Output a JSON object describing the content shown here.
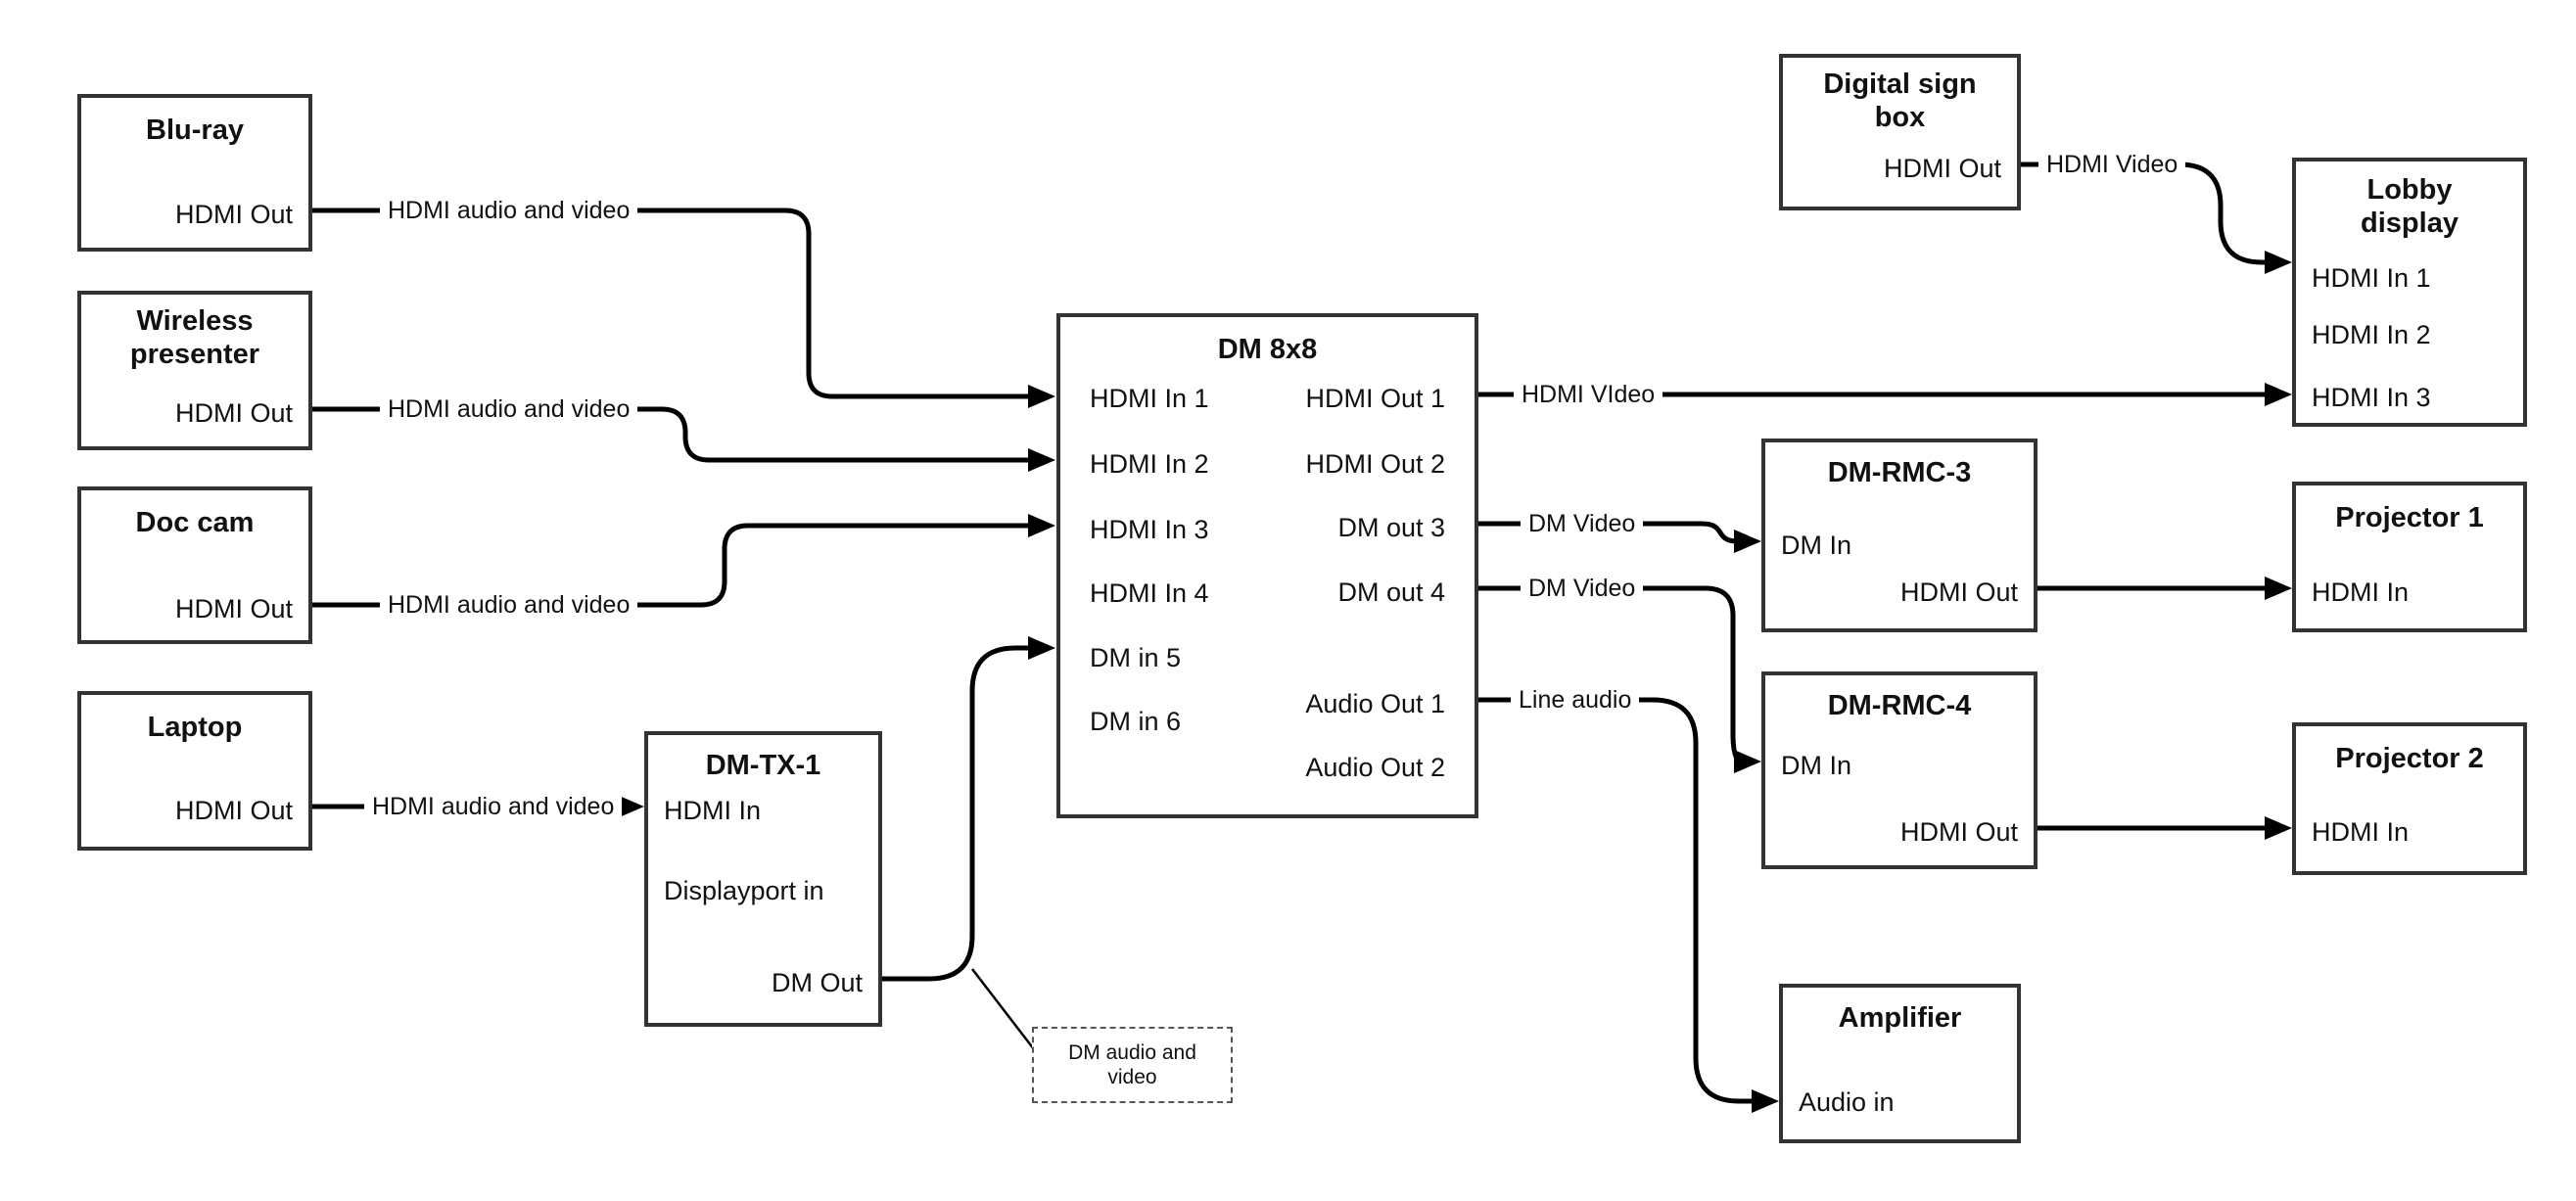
{
  "nodes": {
    "bluray": {
      "title": "Blu-ray",
      "ports": {
        "out": "HDMI Out"
      }
    },
    "wireless": {
      "title": "Wireless presenter",
      "ports": {
        "out": "HDMI Out"
      }
    },
    "doccam": {
      "title": "Doc cam",
      "ports": {
        "out": "HDMI Out"
      }
    },
    "laptop": {
      "title": "Laptop",
      "ports": {
        "out": "HDMI Out"
      }
    },
    "dmtx1": {
      "title": "DM-TX-1",
      "ports": {
        "hdmi_in": "HDMI In",
        "dp_in": "Displayport in",
        "dm_out": "DM Out"
      }
    },
    "dm8x8": {
      "title": "DM 8x8",
      "ports": {
        "in1": "HDMI In 1",
        "in2": "HDMI In 2",
        "in3": "HDMI In 3",
        "in4": "HDMI In 4",
        "in5": "DM in 5",
        "in6": "DM in 6",
        "out1": "HDMI Out 1",
        "out2": "HDMI Out 2",
        "out3": "DM out 3",
        "out4": "DM out 4",
        "aout1": "Audio Out 1",
        "aout2": "Audio Out 2"
      }
    },
    "digital_sign": {
      "title": "Digital sign box",
      "ports": {
        "out": "HDMI Out"
      }
    },
    "lobby": {
      "title": "Lobby display",
      "ports": {
        "in1": "HDMI In 1",
        "in2": "HDMI In 2",
        "in3": "HDMI In 3"
      }
    },
    "dmrmc3": {
      "title": "DM-RMC-3",
      "ports": {
        "dm_in": "DM In",
        "hdmi_out": "HDMI Out"
      }
    },
    "proj1": {
      "title": "Projector 1",
      "ports": {
        "in": "HDMI In"
      }
    },
    "dmrmc4": {
      "title": "DM-RMC-4",
      "ports": {
        "dm_in": "DM In",
        "hdmi_out": "HDMI Out"
      }
    },
    "proj2": {
      "title": "Projector 2",
      "ports": {
        "in": "HDMI In"
      }
    },
    "amplifier": {
      "title": "Amplifier",
      "ports": {
        "in": "Audio in"
      }
    }
  },
  "edges": {
    "bluray_to_dm8x8": "HDMI audio and video",
    "wireless_to_dm8x8": "HDMI audio and video",
    "doccam_to_dm8x8": "HDMI audio and video",
    "laptop_to_dmtx1": "HDMI audio and video",
    "dm8x8_to_lobby": "HDMI VIdeo",
    "dm8x8_to_dmrmc3": "DM Video",
    "dm8x8_to_dmrmc4": "DM Video",
    "dm8x8_to_amplifier": "Line audio",
    "digitalsign_to_lobby": "HDMI Video"
  },
  "note": {
    "text": "DM audio and video"
  },
  "colors": {
    "line": "#000000",
    "box_border": "#333333",
    "text": "#111111"
  }
}
